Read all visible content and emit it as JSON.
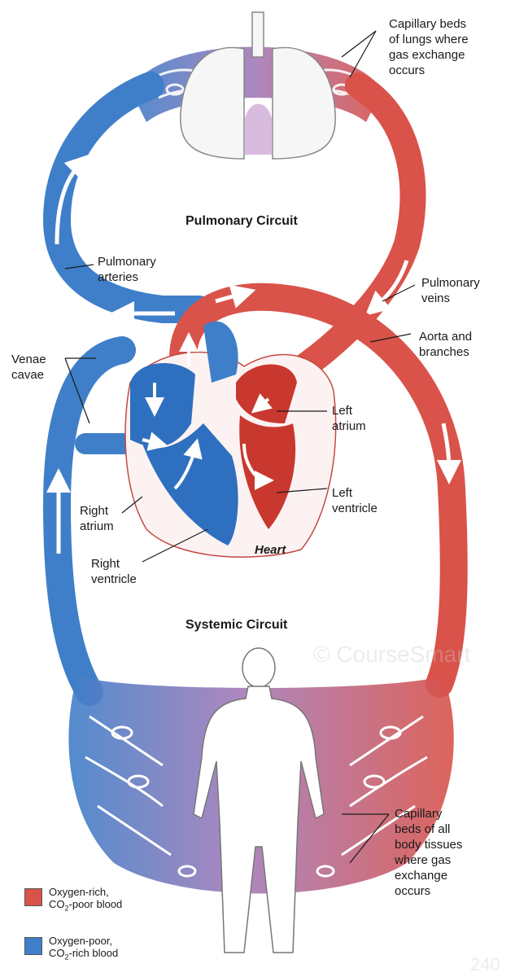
{
  "colors": {
    "oxygen_rich": "#d9534a",
    "oxygen_poor": "#3f7fc9",
    "mixed": "#a47ab8"
  },
  "titles": {
    "pulmonary": "Pulmonary Circuit",
    "systemic": "Systemic Circuit",
    "heart": "Heart"
  },
  "labels": {
    "capillary_lungs": "Capillary beds\nof lungs where\ngas exchange\noccurs",
    "pulmonary_arteries": "Pulmonary\narteries",
    "pulmonary_veins": "Pulmonary\nveins",
    "aorta": "Aorta and\nbranches",
    "venae_cavae": "Venae\ncavae",
    "left_atrium": "Left\natrium",
    "left_ventricle": "Left\nventricle",
    "right_atrium": "Right\natrium",
    "right_ventricle": "Right\nventricle",
    "capillary_body": "Capillary\nbeds of all\nbody tissues\nwhere gas\nexchange\noccurs"
  },
  "legend": {
    "rich_line1": "Oxygen-rich,",
    "rich_line2_pre": "CO",
    "rich_line2_sub": "2",
    "rich_line2_post": "-poor blood",
    "poor_line1": "Oxygen-poor,",
    "poor_line2_pre": "CO",
    "poor_line2_sub": "2",
    "poor_line2_post": "-rich blood"
  },
  "watermark": "© CourseSmart",
  "page_number": "240"
}
